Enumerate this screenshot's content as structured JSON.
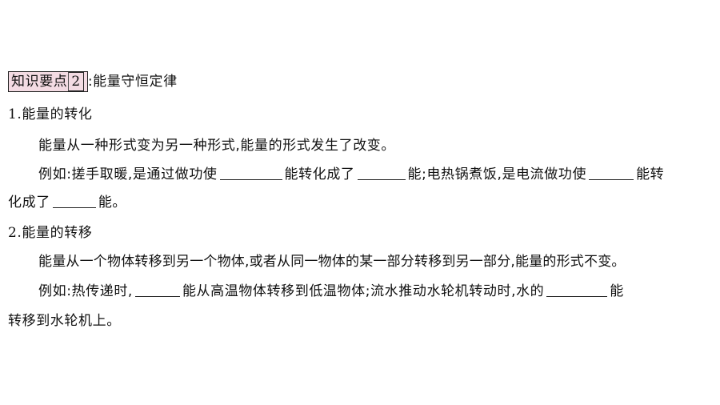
{
  "heading": {
    "tag_label": "知识要点",
    "tag_number": "2",
    "title": ":能量守恒定律"
  },
  "section1": {
    "number": "1.",
    "title": "能量的转化",
    "description": "能量从一种形式变为另一种形式,能量的形式发生了改变。",
    "example_part1": "例如:搓手取暖,是通过做功使",
    "example_part2": "能转化成了",
    "example_part3": "能;电热锅煮饭,是电流做功使",
    "example_part4": "能转",
    "example_part5": "化成了",
    "example_part6": "能。"
  },
  "section2": {
    "number": "2.",
    "title": "能量的转移",
    "description": "能量从一个物体转移到另一个物体,或者从同一物体的某一部分转移到另一部分,能量的形式不变。",
    "example_part1": "例如:热传递时,",
    "example_part2": "能从高温物体转移到低温物体;流水推动水轮机转动时,水的",
    "example_part3": "能",
    "example_part4": "转移到水轮机上。"
  }
}
